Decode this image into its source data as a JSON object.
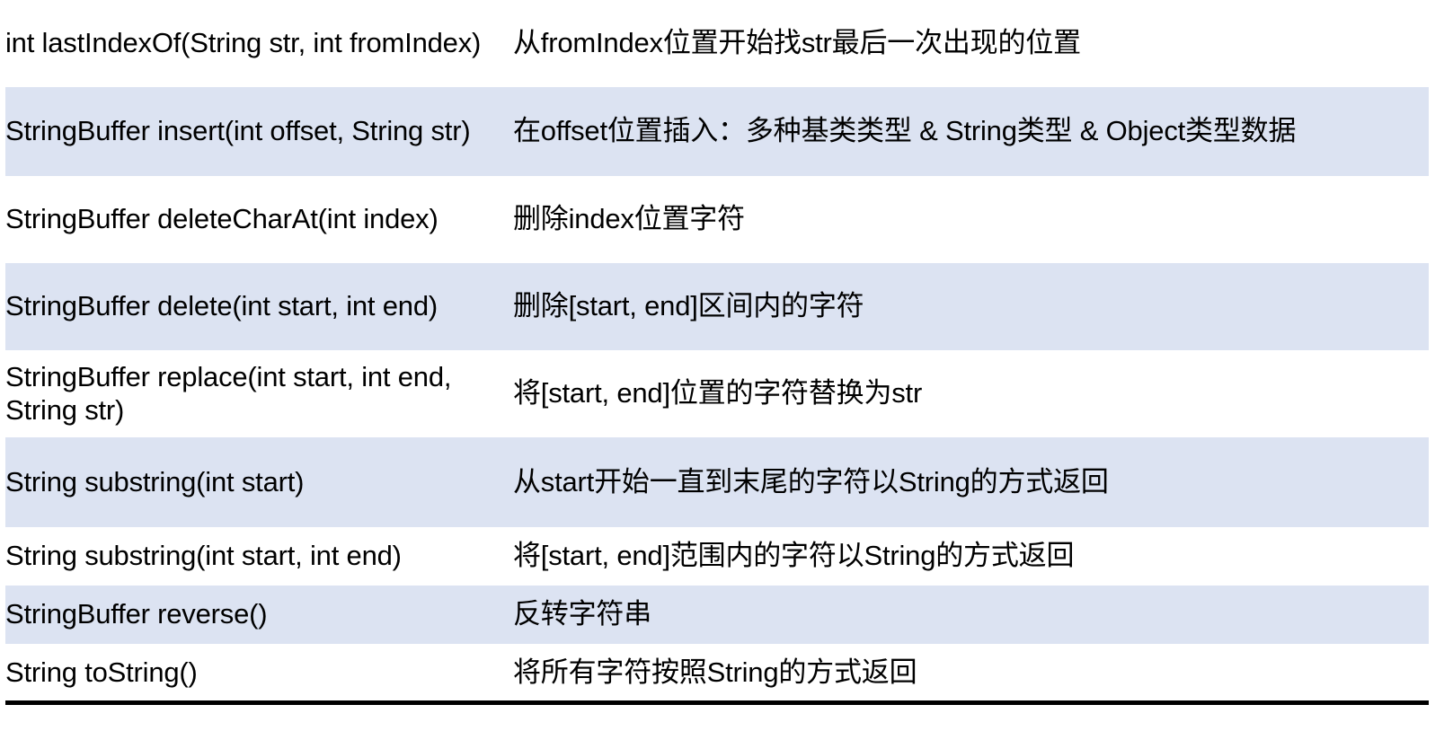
{
  "table": {
    "columns": [
      "method-signature",
      "description"
    ],
    "row_shade_color": "#dce3f2",
    "row_plain_color": "#ffffff",
    "bottom_border_color": "#000000",
    "rows": [
      {
        "signature": "int lastIndexOf(String str, int fromIndex)",
        "description": "从fromIndex位置开始找str最后一次出现的位置",
        "shaded": false
      },
      {
        "signature": "StringBuffer insert(int offset, String str)",
        "description": "在offset位置插入：多种基类类型 & String类型 & Object类型数据",
        "shaded": true
      },
      {
        "signature": "StringBuffer deleteCharAt(int index)",
        "description": "删除index位置字符",
        "shaded": false
      },
      {
        "signature": "StringBuffer delete(int start, int end)",
        "description": "删除[start, end]区间内的字符",
        "shaded": true
      },
      {
        "signature": "StringBuffer replace(int start, int end, String str)",
        "description": "将[start, end]位置的字符替换为str",
        "shaded": false
      },
      {
        "signature": "String substring(int start)",
        "description": "从start开始一直到末尾的字符以String的方式返回",
        "shaded": true
      },
      {
        "signature": "String substring(int start, int end)",
        "description": "将[start, end]范围内的字符以String的方式返回",
        "shaded": false
      },
      {
        "signature": "StringBuffer reverse()",
        "description": "反转字符串",
        "shaded": true
      },
      {
        "signature": "String toString()",
        "description": "将所有字符按照String的方式返回",
        "shaded": false
      }
    ]
  }
}
